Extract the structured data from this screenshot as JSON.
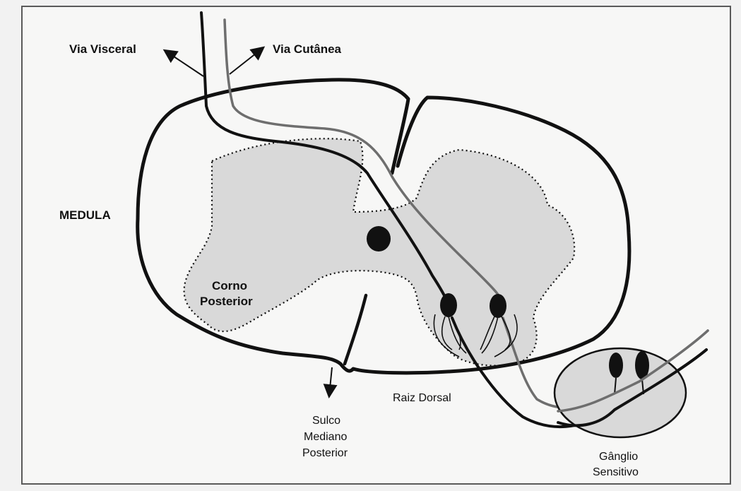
{
  "labels": {
    "via_visceral": "Via Visceral",
    "via_cutanea": "Via Cutânea",
    "medula": "MEDULA",
    "corno_line1": "Corno",
    "corno_line2": "Posterior",
    "raiz_dorsal": "Raiz Dorsal",
    "sulco_line1": "Sulco",
    "sulco_line2": "Mediano",
    "sulco_line3": "Posterior",
    "ganglio_line1": "Gânglio",
    "ganglio_line2": "Sensitivo"
  },
  "colors": {
    "background": "#f7f7f6",
    "outline": "#111111",
    "gray_matter": "#d9d9d9",
    "cutaneous_fiber": "#6e6e6e"
  }
}
